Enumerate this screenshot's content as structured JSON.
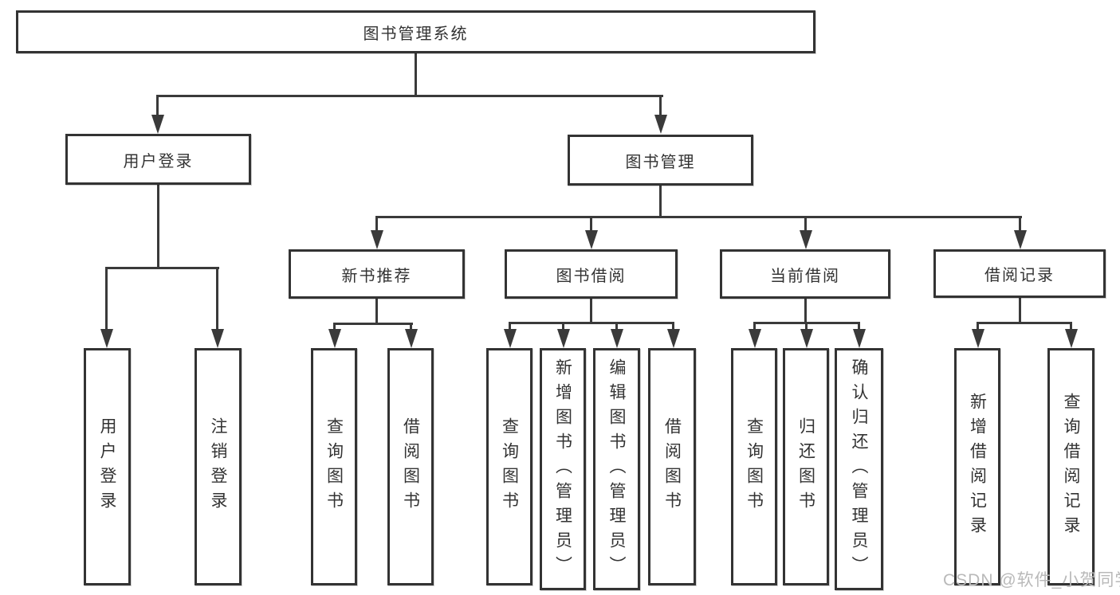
{
  "tree": {
    "label": "图书管理系统",
    "children": [
      {
        "label": "用户登录",
        "children": [
          {
            "label": "用户登录"
          },
          {
            "label": "注销登录"
          }
        ]
      },
      {
        "label": "图书管理",
        "children": [
          {
            "label": "新书推荐",
            "children": [
              {
                "label": "查询图书"
              },
              {
                "label": "借阅图书"
              }
            ]
          },
          {
            "label": "图书借阅",
            "children": [
              {
                "label": "查询图书"
              },
              {
                "label": "新增图书（管理员）"
              },
              {
                "label": "编辑图书（管理员）"
              },
              {
                "label": "借阅图书"
              }
            ]
          },
          {
            "label": "当前借阅",
            "children": [
              {
                "label": "查询图书"
              },
              {
                "label": "归还图书"
              },
              {
                "label": "确认归还（管理员）"
              }
            ]
          },
          {
            "label": "借阅记录",
            "children": [
              {
                "label": "新增借阅记录"
              },
              {
                "label": "查询借阅记录"
              }
            ]
          }
        ]
      }
    ]
  },
  "watermark": {
    "text": "CSDN @软件_小贺同学"
  },
  "colors": {
    "line": "#3a3a3a",
    "box_border": "#333333",
    "text": "#333333",
    "watermark": "#b9b9b9",
    "background": "#ffffff"
  }
}
